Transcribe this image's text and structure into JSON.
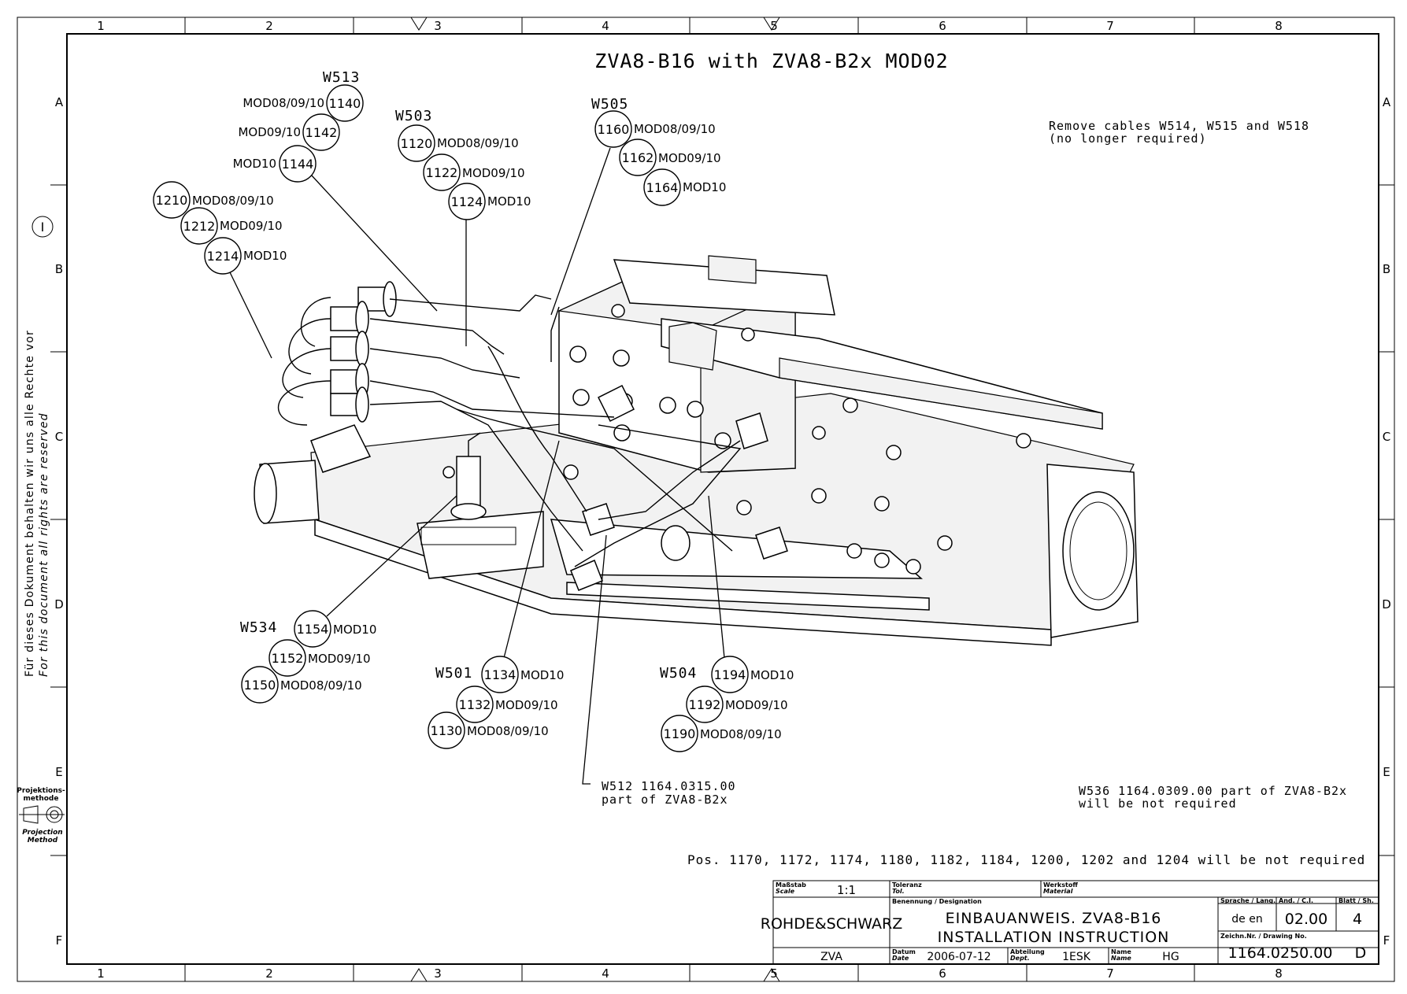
{
  "title": "ZVA8-B16 with ZVA8-B2x MOD02",
  "border": {
    "columns": [
      "1",
      "2",
      "3",
      "4",
      "5",
      "6",
      "7",
      "8"
    ],
    "rows": [
      "A",
      "B",
      "C",
      "D",
      "E",
      "F"
    ]
  },
  "side_text": {
    "de": "Für dieses Dokument behalten wir uns alle Rechte vor",
    "en": "For this document all rights are reserved"
  },
  "marker": "I",
  "projection": {
    "de": "Projektions-methode",
    "de_line1": "Projektions-",
    "de_line2": "methode",
    "en_line1": "Projection",
    "en_line2": "Method"
  },
  "notes": {
    "remove_line1": "Remove cables W514, W515 and W518",
    "remove_line2": "(no longer required)",
    "w512_line1": "W512 1164.0315.00",
    "w512_line2": "part of ZVA8-B2x",
    "w536_line1": "W536 1164.0309.00 part of ZVA8-B2x",
    "w536_line2": "will be not required",
    "pos_note": "Pos. 1170, 1172, 1174, 1180, 1182, 1184, 1200, 1202 and 1204 will be not required"
  },
  "cables": {
    "w513": "W513",
    "w503": "W503",
    "w505": "W505",
    "w534": "W534",
    "w501": "W501",
    "w504": "W504"
  },
  "callouts": [
    {
      "num": "1140",
      "text": "MOD08/09/10"
    },
    {
      "num": "1142",
      "text": "MOD09/10"
    },
    {
      "num": "1144",
      "text": "MOD10"
    },
    {
      "num": "1120",
      "text": "MOD08/09/10"
    },
    {
      "num": "1122",
      "text": "MOD09/10"
    },
    {
      "num": "1124",
      "text": "MOD10"
    },
    {
      "num": "1160",
      "text": "MOD08/09/10"
    },
    {
      "num": "1162",
      "text": "MOD09/10"
    },
    {
      "num": "1164",
      "text": "MOD10"
    },
    {
      "num": "1210",
      "text": "MOD08/09/10"
    },
    {
      "num": "1212",
      "text": "MOD09/10"
    },
    {
      "num": "1214",
      "text": "MOD10"
    },
    {
      "num": "1154",
      "text": "MOD10"
    },
    {
      "num": "1152",
      "text": "MOD09/10"
    },
    {
      "num": "1150",
      "text": "MOD08/09/10"
    },
    {
      "num": "1134",
      "text": "MOD10"
    },
    {
      "num": "1132",
      "text": "MOD09/10"
    },
    {
      "num": "1130",
      "text": "MOD08/09/10"
    },
    {
      "num": "1194",
      "text": "MOD10"
    },
    {
      "num": "1192",
      "text": "MOD09/10"
    },
    {
      "num": "1190",
      "text": "MOD08/09/10"
    }
  ],
  "title_block": {
    "massstab_label": "Maßstab",
    "scale_label": "Scale",
    "scale_value": "1:1",
    "toleranz_label": "Toleranz",
    "tol_label": "Tol.",
    "werkstoff_label": "Werkstoff",
    "material_label": "Material",
    "benennung_label": "Benennung / Designation",
    "designation_de": "EINBAUANWEIS. ZVA8-B16",
    "designation_en": "INSTALLATION INSTRUCTION",
    "company": "ROHDE&SCHWARZ",
    "product": "ZVA",
    "sprache_label": "Sprache / Lang.",
    "lang_value": "de en",
    "aend_label": "Änd. / C.I.",
    "ci_value": "02.00",
    "blatt_label": "Blatt / Sh.",
    "sheet_value": "4",
    "zeichn_label": "Zeichn.Nr. / Drawing No.",
    "drawing_no": "1164.0250.00",
    "rev": "D",
    "datum_label": "Datum",
    "date_label": "Date",
    "date_value": "2006-07-12",
    "abteilung_label": "Abteilung",
    "dept_label": "Dept.",
    "dept_value": "1ESK",
    "name_label": "Name",
    "name_label_en": "Name",
    "name_value": "HG"
  }
}
